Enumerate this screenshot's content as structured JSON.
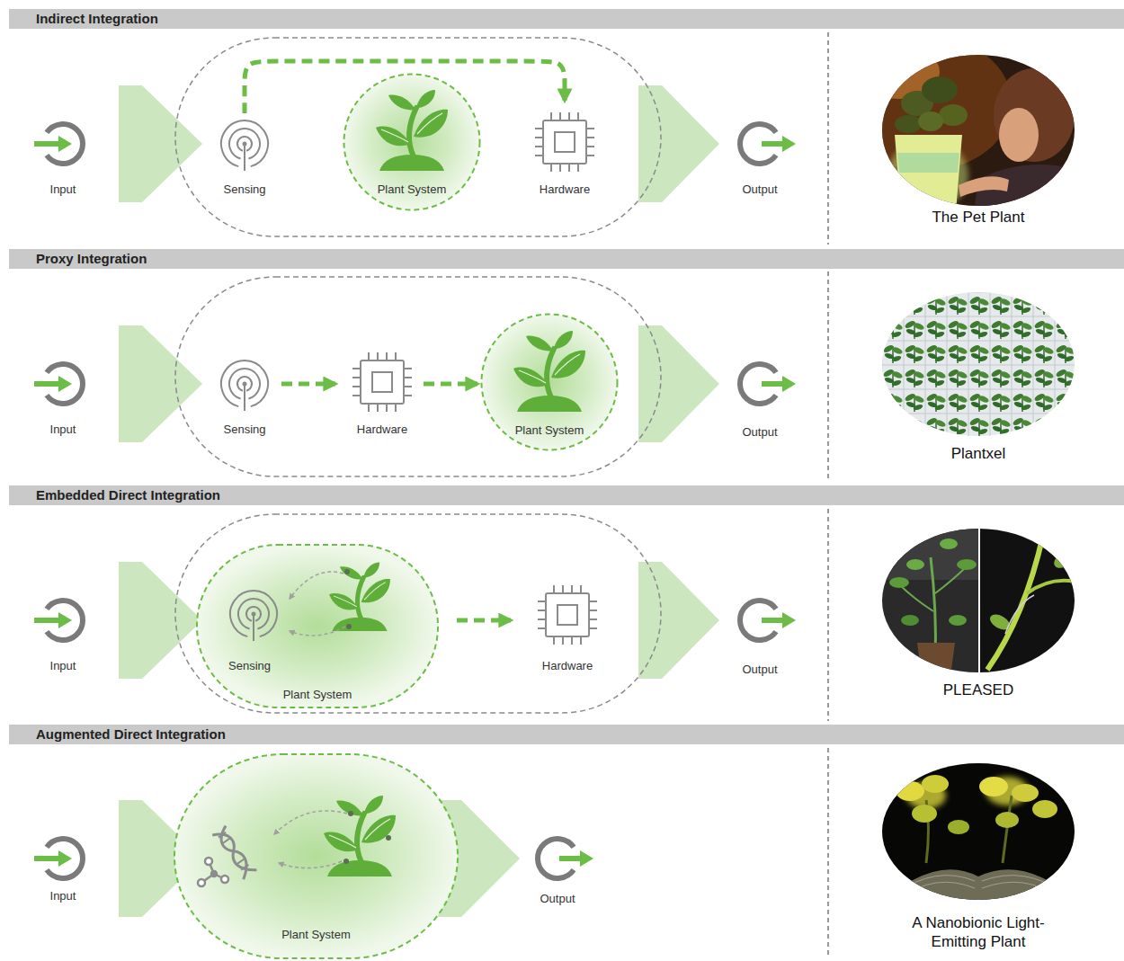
{
  "diagram": {
    "nodes": [
      {
        "text": [
          "Indirect Integration"
        ]
      },
      {
        "text": [
          "Input"
        ]
      },
      {
        "text": [
          "Sensing"
        ]
      },
      {
        "text": [
          "Plant System"
        ]
      },
      {
        "text": [
          "Hardware"
        ]
      },
      {
        "text": [
          "Output"
        ]
      },
      {
        "text": [
          "Proxy Integration"
        ]
      },
      {
        "text": [
          "Input"
        ]
      },
      {
        "text": [
          "Sensing"
        ]
      },
      {
        "text": [
          "Hardware"
        ]
      },
      {
        "text": [
          "Plant System"
        ]
      },
      {
        "text": [
          "Output"
        ]
      },
      {
        "text": [
          "Embedded Direct Integration"
        ]
      },
      {
        "text": [
          "Input"
        ]
      },
      {
        "text": [
          "Plant System"
        ]
      },
      {
        "text": [
          "Sensing"
        ],
        "in": 14
      },
      {
        "text": [
          "Hardware"
        ]
      },
      {
        "text": [
          "Output"
        ]
      },
      {
        "text": [
          "Augmented Direct Integration"
        ]
      },
      {
        "text": [
          "Input"
        ]
      },
      {
        "text": [
          "Plant System"
        ]
      },
      {
        "text": [
          "Output"
        ]
      }
    ],
    "edges": [
      {
        "from": 2,
        "to": 4,
        "arrow": "to"
      },
      {
        "from": 8,
        "to": 9,
        "arrow": "to"
      },
      {
        "from": 9,
        "to": 10,
        "arrow": "to"
      },
      {
        "from": 14,
        "to": 16,
        "arrow": "to"
      }
    ],
    "labels": [
      "The Pet Plant",
      "Plantxel",
      "PLEASED",
      "A Nanobionic Light-Emitting Plant"
    ]
  }
}
